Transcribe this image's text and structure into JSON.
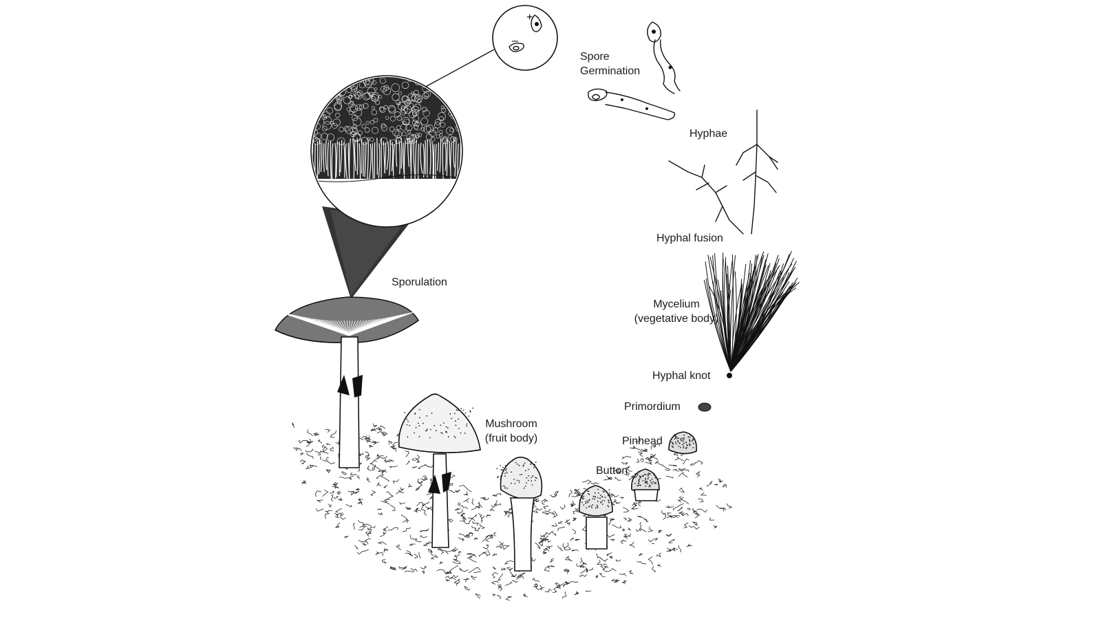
{
  "diagram": {
    "labels": {
      "spore_germination": [
        "Spore",
        "Germination"
      ],
      "hyphae": "Hyphae",
      "hyphal_fusion": "Hyphal fusion",
      "mycelium": [
        "Mycelium",
        "(vegetative body)"
      ],
      "hyphal_knot": "Hyphal knot",
      "primordium": "Primordium",
      "pinhead": "Pinhead",
      "button": "Button",
      "mushroom": [
        "Mushroom",
        "(fruit body)"
      ],
      "sporulation": "Sporulation"
    },
    "spore_signs": {
      "plus": "+",
      "minus": "–"
    },
    "colors": {
      "ink": "#111111",
      "background": "#ffffff"
    }
  }
}
